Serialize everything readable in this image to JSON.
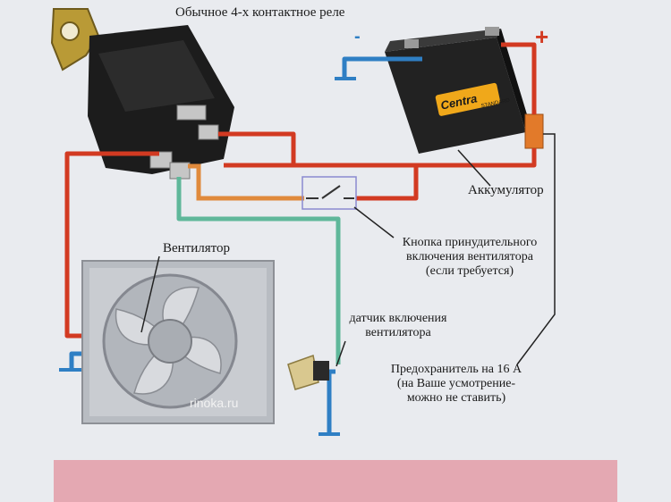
{
  "relay_label": "Обычное 4-х контактное реле",
  "battery": {
    "label": "Аккумулятор",
    "minus": "-",
    "plus": "+",
    "brand": "Centra",
    "model": "STANDARD"
  },
  "fan_label": "Вентилятор",
  "button_label": {
    "line1": "Кнопка принудительного",
    "line2": "включения вентилятора",
    "line3": "(если требуется)"
  },
  "sensor_label": {
    "line1": "датчик включения",
    "line2": "вентилятора"
  },
  "fuse_label": {
    "line1": "Предохранитель на 16 А",
    "line2": "(на Ваше усмотрение-",
    "line3": "можно не ставить)"
  },
  "watermark": "rinoka.ru",
  "colors": {
    "background": "#e9ebef",
    "positive_wire": "#d23a22",
    "ground_wire": "#2f7fc4",
    "switch_wire": "#e08a3c",
    "sensor_wire": "#5fb79a",
    "relay_body": "#1c1c1c",
    "battery_body": "#222222",
    "fuse": "#e27a2a",
    "bottom_band": "#e4a8b2"
  }
}
